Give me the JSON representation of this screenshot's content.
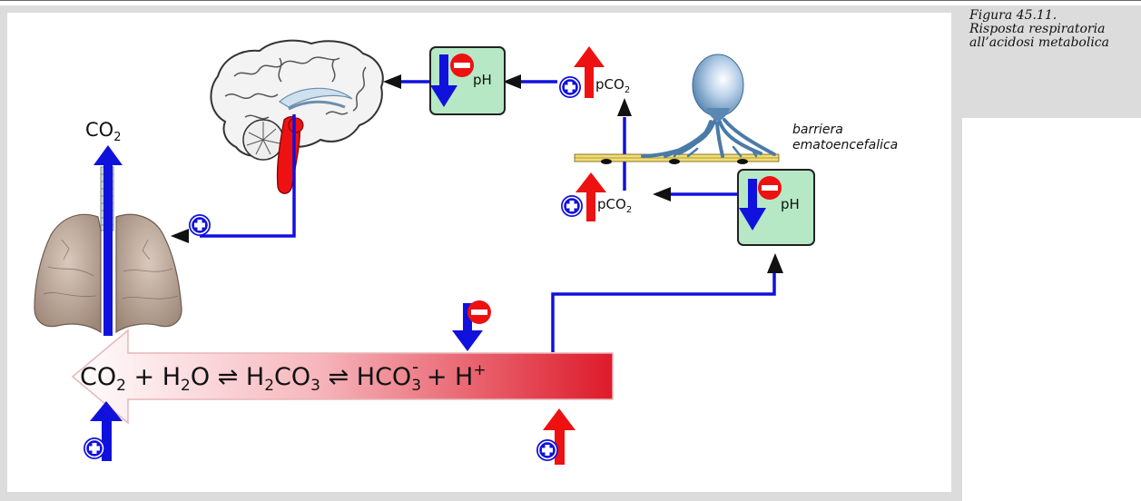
{
  "caption": {
    "figure_number": "Figura 45.11.",
    "text": "Risposta respiratoria all’acidosi metabolica"
  },
  "labels": {
    "co2": "CO",
    "sub2": "2",
    "ph": "pH",
    "pco2": "pCO",
    "barrier_line1": "barriera",
    "barrier_line2": "ematoencefalica"
  },
  "equation": {
    "co2": "CO",
    "plus1": " + H",
    "h2o_o": "O",
    "eq1": " ⇌ H",
    "co3": "CO",
    "sub3": "3",
    "eq2": " ⇌  HCO",
    "minus": "-",
    "plus2": " + H",
    "plus_sign": "+"
  },
  "colors": {
    "blue": "#1111dd",
    "red": "#ee1111",
    "ph_box": "#b6e8c6",
    "frame": "#dcdcdc",
    "arrow_dark": "#d81e2a"
  }
}
